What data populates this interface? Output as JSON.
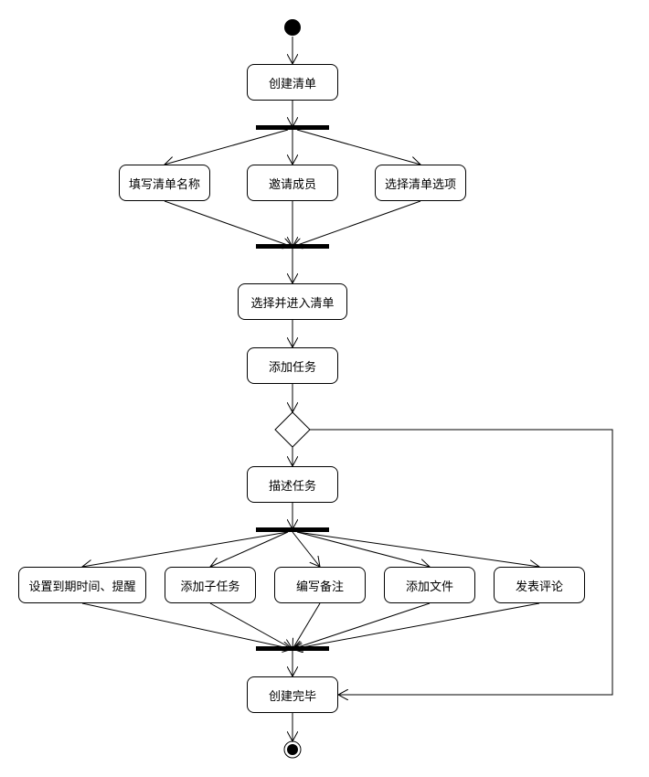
{
  "activities": {
    "create_list": "创建清单",
    "fill_name": "填写清单名称",
    "invite_members": "邀请成员",
    "select_options": "选择清单选项",
    "select_enter": "选择并进入清单",
    "add_task": "添加任务",
    "describe_task": "描述任务",
    "set_due": "设置到期时间、提醒",
    "add_subtask": "添加子任务",
    "write_note": "编写备注",
    "add_file": "添加文件",
    "post_comment": "发表评论",
    "create_done": "创建完毕"
  }
}
